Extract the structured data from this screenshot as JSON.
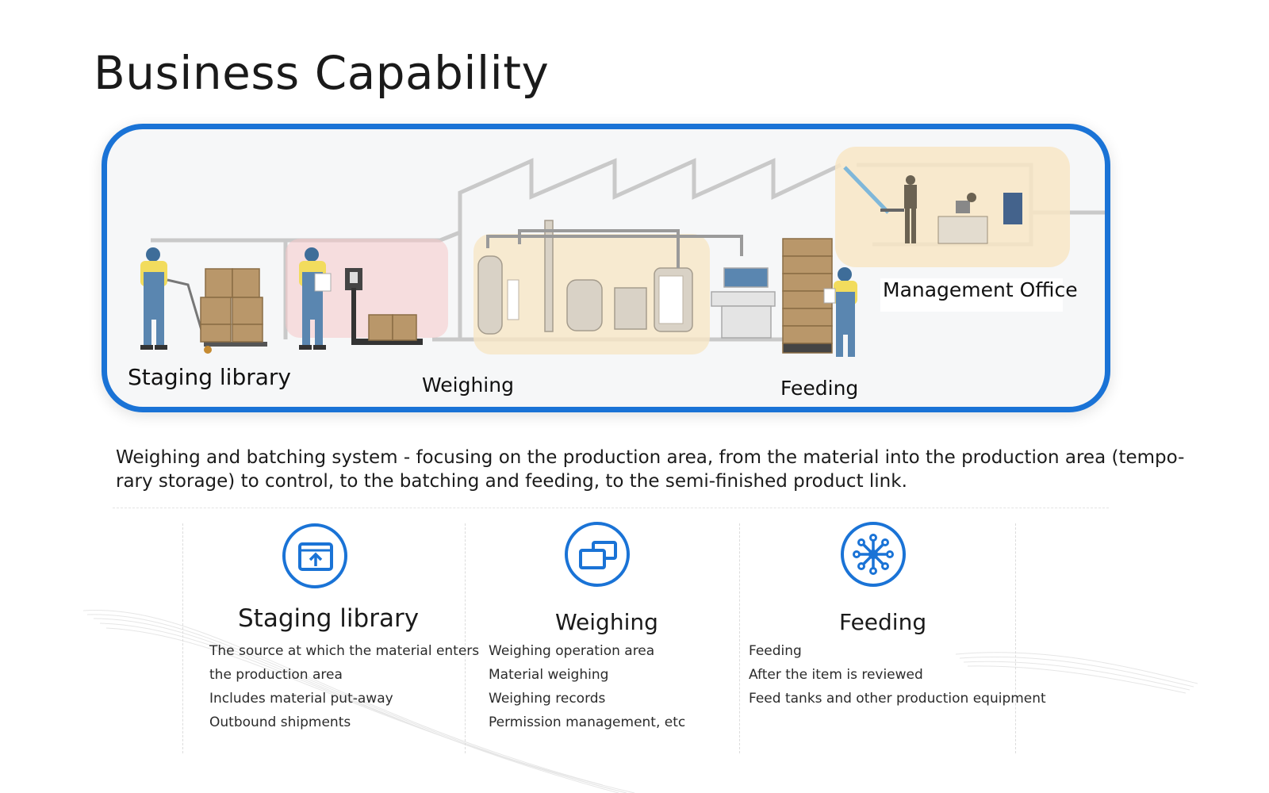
{
  "page": {
    "title": "Business Capability"
  },
  "diagram": {
    "labels": {
      "staging": "Staging library",
      "weighing": "Weighing",
      "feeding": "Feeding",
      "management": "Management Office"
    },
    "colors": {
      "frame": "#1a73d6",
      "zone_highlight": "#f8e6c6",
      "staging_highlight": "#f6c9c9",
      "walls": "#c8c8c8",
      "worker_shirt": "#f2dc5d",
      "worker_overalls": "#5a86b0",
      "boxes": "#b9976a",
      "equipment": "#d9d2c6"
    }
  },
  "description": "Weighing and batching system - focusing on the production area, from the material into the production area (tempo-rary storage) to control, to the batching and feeding, to the semi-finished product link.",
  "capabilities": [
    {
      "icon": "upload-box-icon",
      "title": "Staging library",
      "items": [
        "The source at which the material enters",
        "the production area",
        "Includes material put-away",
        "Outbound shipments"
      ]
    },
    {
      "icon": "overlapping-windows-icon",
      "title": "Weighing",
      "items": [
        "Weighing operation area",
        "Material weighing",
        "Weighing records",
        "Permission management, etc"
      ]
    },
    {
      "icon": "network-nodes-icon",
      "title": "Feeding",
      "items": [
        "Feeding",
        "After the item is reviewed",
        "Feed tanks and other production equipment"
      ]
    }
  ]
}
